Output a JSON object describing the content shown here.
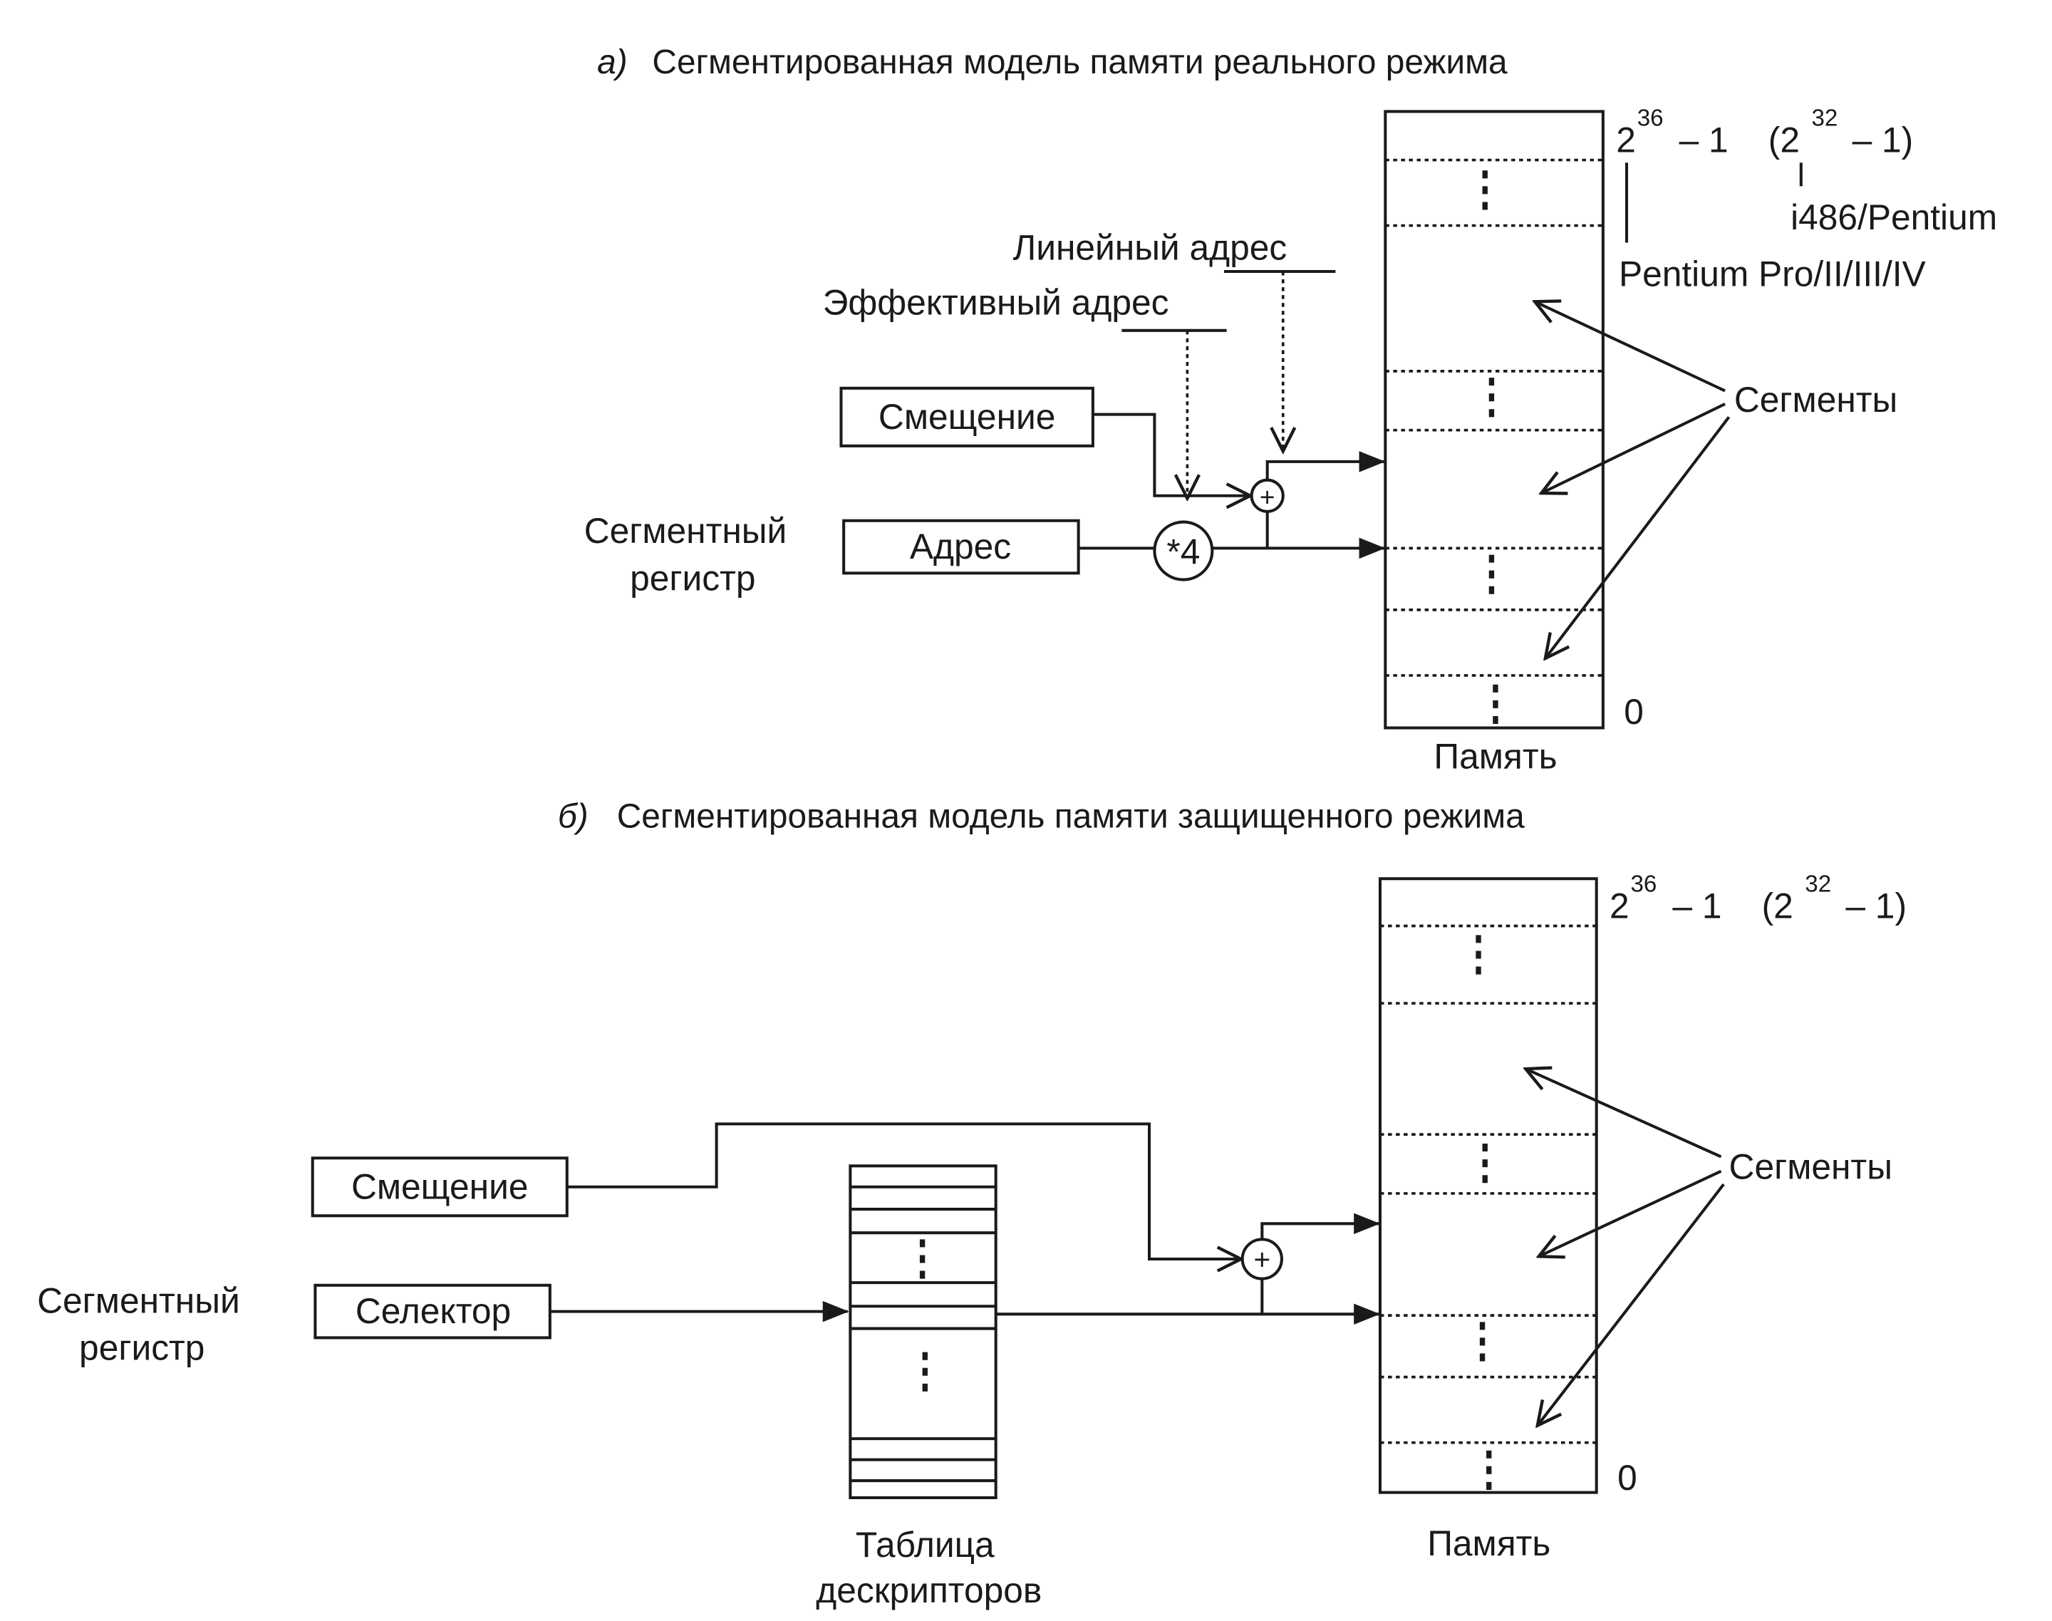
{
  "part_a": {
    "title_letter": "а)",
    "title": "Сегментированная модель памяти реального режима",
    "offset_label": "Смещение",
    "address_label": "Адрес",
    "segment_register_line1": "Сегментный",
    "segment_register_line2": "регистр",
    "multiply_label": "*4",
    "plus_label": "+",
    "effective_address_label": "Эффективный адрес",
    "linear_address_label": "Линейный адрес",
    "memory_label": "Память",
    "segments_label": "Сегменты",
    "top_base": "2",
    "top_exp": "36",
    "top_minus": "– 1",
    "alt_open": "(2",
    "alt_exp": "32",
    "alt_minus": "– 1)",
    "alt_cpu": "i486/Pentium",
    "main_cpu": "Pentium Pro/II/III/IV",
    "zero": "0"
  },
  "part_b": {
    "title_letter": "б)",
    "title": "Сегментированная модель памяти защищенного режима",
    "offset_label": "Смещение",
    "selector_label": "Селектор",
    "segment_register_line1": "Сегментный",
    "segment_register_line2": "регистр",
    "plus_label": "+",
    "table_line1": "Таблица",
    "table_line2": "дескрипторов",
    "memory_label": "Память",
    "segments_label": "Сегменты",
    "top_base": "2",
    "top_exp": "36",
    "top_minus": "– 1",
    "alt_open": "(2",
    "alt_exp": "32",
    "alt_minus": "– 1)",
    "zero": "0"
  }
}
